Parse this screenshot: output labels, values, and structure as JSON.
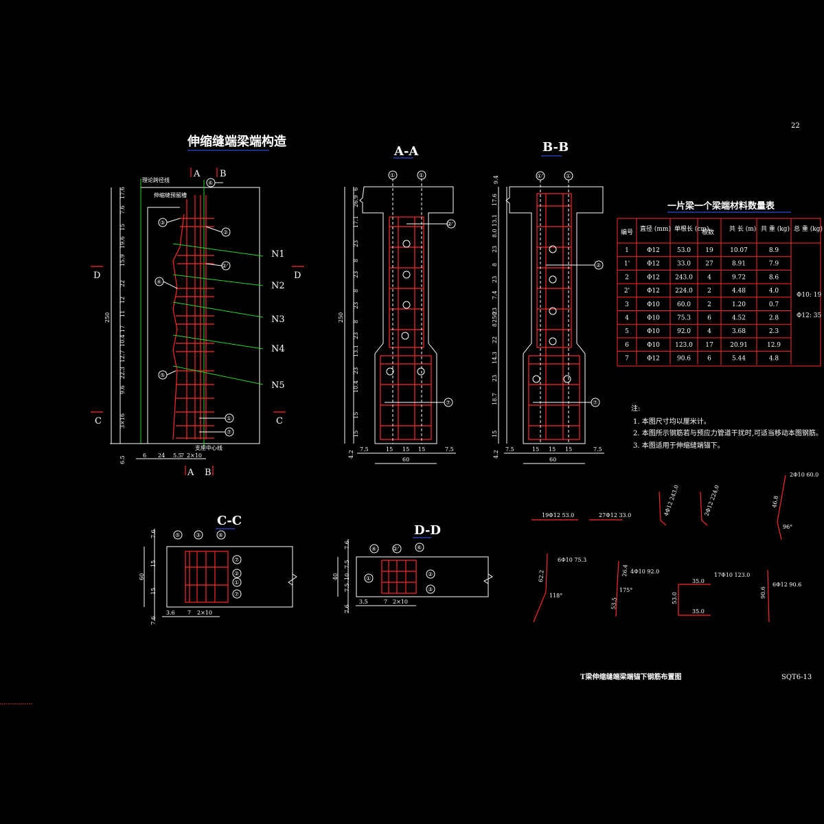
{
  "sheet": {
    "page_no": "22",
    "drawing_title": "T梁伸缩缝端梁端锚下钢筋布置图",
    "drawing_code": "SQT6-13"
  },
  "elevation": {
    "title": "伸缩缝端梁端构造",
    "label_theory_line": "理论跨径线",
    "label_joint_slot": "伸缩缝预留槽",
    "label_bearing_center": "支座中心线",
    "section_marks": [
      "A",
      "B",
      "D",
      "C"
    ],
    "tendons": [
      "N1",
      "N2",
      "N3",
      "N4",
      "N5"
    ],
    "height_total": "250",
    "dims_left": [
      "17.6",
      "7.6",
      "15",
      "19.6",
      "15.9",
      "22",
      "12",
      "11",
      "17",
      "10.4",
      "12.7",
      "22.3",
      "9.6",
      "3×16"
    ],
    "dims_bottom": [
      "6",
      "24",
      "5.5",
      "7",
      "2×10"
    ],
    "dim_bottom_left": "6.5",
    "bubbles": [
      "⑥",
      "③",
      "②",
      "②'",
      "④",
      "⑤",
      "①",
      "⑦"
    ]
  },
  "section_aa": {
    "title": "A-A",
    "height_total": "250",
    "dims_left": [
      "6",
      "26.9",
      "17.1",
      "23",
      "8",
      "23",
      "8",
      "23",
      "8",
      "23",
      "13.1",
      "23",
      "10.4",
      "15",
      "15"
    ],
    "dims_bottom": [
      "7.5",
      "15",
      "15",
      "15",
      "7.5"
    ],
    "dim_width": "60",
    "dim_bottom_left": "4.2",
    "bubbles": [
      "①",
      "①",
      "②'",
      "⑦"
    ]
  },
  "section_bb": {
    "title": "B-B",
    "height_total": "250",
    "dims_left": [
      "9.4",
      "17.6",
      "13.1",
      "8.0",
      "23",
      "8",
      "23",
      "7.4",
      "23",
      "8",
      "22",
      "14.3",
      "23",
      "18.7",
      "15"
    ],
    "dims_bottom": [
      "7.5",
      "15",
      "15",
      "15",
      "7.5"
    ],
    "dim_width": "60",
    "dim_bottom_left": "4.2",
    "bubbles": [
      "①'",
      "①",
      "②",
      "⑦"
    ]
  },
  "section_cc": {
    "title": "C-C",
    "dims_left": [
      "7.6",
      "15",
      "15",
      "7.6"
    ],
    "dim_height": "60",
    "dims_bottom": [
      "3.6",
      "7",
      "2×10"
    ],
    "bubbles": [
      "⑤",
      "③",
      "⑥",
      "⑦",
      "②",
      "①",
      "⑦"
    ]
  },
  "section_dd": {
    "title": "D-D",
    "dims_left": [
      "7.6",
      "7.5",
      "10",
      "7.5",
      "7.6"
    ],
    "dim_height": "40",
    "dims_bottom": [
      "3.5",
      "7",
      "2×10"
    ],
    "bubbles": [
      "④",
      "②'",
      "⑥",
      "①",
      "②",
      "③"
    ]
  },
  "table": {
    "title": "一片梁一个梁端材料数量表",
    "headers": [
      "编号",
      "直径 (mm)",
      "单根长 (cm)",
      "根数",
      "共 长 (m)",
      "共 重 (kg)",
      "总 重 (kg)"
    ],
    "rows": [
      [
        "1",
        "Φ12",
        "53.0",
        "19",
        "10.07",
        "8.9"
      ],
      [
        "1'",
        "Φ12",
        "33.0",
        "27",
        "8.91",
        "7.9"
      ],
      [
        "2",
        "Φ12",
        "243.0",
        "4",
        "9.72",
        "8.6"
      ],
      [
        "2'",
        "Φ12",
        "224.0",
        "2",
        "4.48",
        "4.0"
      ],
      [
        "3",
        "Φ10",
        "60.0",
        "2",
        "1.20",
        "0.7"
      ],
      [
        "4",
        "Φ10",
        "75.3",
        "6",
        "4.52",
        "2.8"
      ],
      [
        "5",
        "Φ10",
        "92.0",
        "4",
        "3.68",
        "2.3"
      ],
      [
        "6",
        "Φ10",
        "123.0",
        "17",
        "20.91",
        "12.9"
      ],
      [
        "7",
        "Φ12",
        "90.6",
        "6",
        "5.44",
        "4.8"
      ]
    ],
    "total_1": "Φ10: 19",
    "total_2": "Φ12: 35"
  },
  "notes": {
    "heading": "注:",
    "items": [
      "1. 本图尺寸均以厘米计。",
      "2. 本图所示钢筋若与预应力管道干扰时,可适当移动本图钢筋。",
      "3. 本图适用于伸缩缝端锚下。"
    ]
  },
  "bar_details": {
    "b1": "19Φ12 53.0",
    "b1p": "27Φ12 33.0",
    "b2": "4Φ12 243.0",
    "b2p": "2Φ12 224.0",
    "b3": "2Φ10 60.0",
    "b3_len": "46.8",
    "b3_angle": "96°",
    "b4": "6Φ10 75.3",
    "b4_len": "62.2",
    "b4_angle": "118°",
    "b5": "4Φ10 92.0",
    "b5_len1": "26.4",
    "b5_len2": "53.5",
    "b5_angle": "175°",
    "b6": "17Φ10 123.0",
    "b6_top": "35.0",
    "b6_side": "53.0",
    "b6_bot": "35.0",
    "b7": "6Φ12 90.6",
    "b7_len": "90.6"
  }
}
